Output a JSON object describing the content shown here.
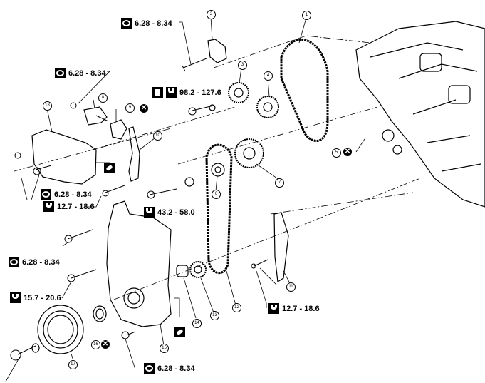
{
  "callouts": [
    "1",
    "2",
    "3",
    "4",
    "5",
    "6",
    "7",
    "8",
    "9",
    "10",
    "11",
    "12",
    "13",
    "14",
    "15",
    "16",
    "17",
    "18"
  ],
  "torques": {
    "t_bracket": "6.28 - 8.34",
    "t_tensioner": "6.28 - 8.34",
    "t_sprocket": "98.2 - 127.6",
    "t_cover_left": "6.28 - 8.34",
    "t_guide_bolt": "12.7 - 18.6",
    "t_idler": "43.2 - 58.0",
    "t_front1": "6.28 - 8.34",
    "t_front2": "15.7 - 20.6",
    "t_lower": "6.28 - 8.34",
    "t_guide_right": "12.7 - 18.6"
  },
  "icons": {
    "wrench": "torque-wrench-icon",
    "nut": "locking-sealant-icon",
    "oil": "apply-oil-icon",
    "seal": "liquid-gasket-icon",
    "replace": "do-not-reuse-icon"
  },
  "replace_mark": "✕"
}
